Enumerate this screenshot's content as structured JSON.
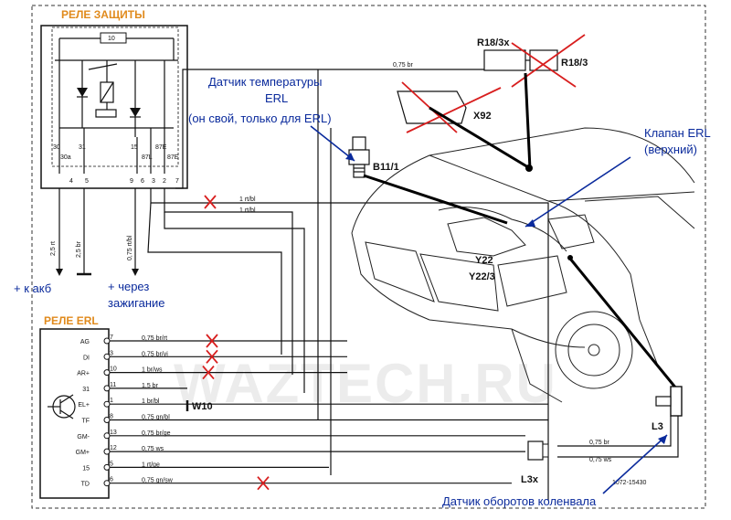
{
  "relay_protection": {
    "title": "РЕЛЕ ЗАЩИТЫ",
    "fuse_label": "10",
    "pins_top": [
      "30",
      "31",
      "15",
      "87E",
      "87L",
      "87E"
    ],
    "pins_top2": [
      "30a",
      "87L",
      "87E"
    ],
    "pin_numbers": [
      "4",
      "5",
      "9",
      "6",
      "3",
      "2",
      "7"
    ]
  },
  "vertical_wires": {
    "w1": "2,5 rt",
    "w2": "2,5 br",
    "w3": "0,75 rt/bl"
  },
  "wire_labels": {
    "top": "0,75 br",
    "rt_bl_1": "1 rt/bl",
    "rt_bl_2": "1 rt/bl",
    "l3_1": "0,75 br",
    "l3_2": "0,75 ws"
  },
  "components": {
    "r18x": "R18/3x",
    "r18": "R18/3",
    "x92": "X92",
    "b11": "B11/1",
    "y22": "Y22",
    "y223": "Y22/3",
    "l3": "L3",
    "l3x": "L3x",
    "w10": "W10",
    "ref": "1072-15430"
  },
  "annotations": {
    "sensor_temp_l1": "Датчик температуры",
    "sensor_temp_l2": "ERL",
    "sensor_temp_l3": "(он свой, только для ERL)",
    "valve_l1": "Клапан ERL",
    "valve_l2": "(верхний)",
    "to_battery": "+ к акб",
    "ignition_l1": "+ через",
    "ignition_l2": "зажигание",
    "crank_sensor": "Датчик оборотов коленвала"
  },
  "relay_erl": {
    "title": "РЕЛЕ  ERL",
    "rows": [
      {
        "pin": "AG",
        "num": "7",
        "wire": "0,75 br/rt"
      },
      {
        "pin": "DI",
        "num": "3",
        "wire": "0,75 br/vi"
      },
      {
        "pin": "AR+",
        "num": "10",
        "wire": "1 br/ws"
      },
      {
        "pin": "31",
        "num": "11",
        "wire": "1,5 br"
      },
      {
        "pin": "EL+",
        "num": "1",
        "wire": "1 br/bl"
      },
      {
        "pin": "TF",
        "num": "8",
        "wire": "0,75 gn/bl"
      },
      {
        "pin": "GM-",
        "num": "13",
        "wire": "0,75 br/ge"
      },
      {
        "pin": "GM+",
        "num": "12",
        "wire": "0,75 ws"
      },
      {
        "pin": "15",
        "num": "5",
        "wire": "1 rt/ge"
      },
      {
        "pin": "TD",
        "num": "6",
        "wire": "0,75 gn/sw"
      }
    ]
  },
  "watermark": "WAZTECH.RU"
}
